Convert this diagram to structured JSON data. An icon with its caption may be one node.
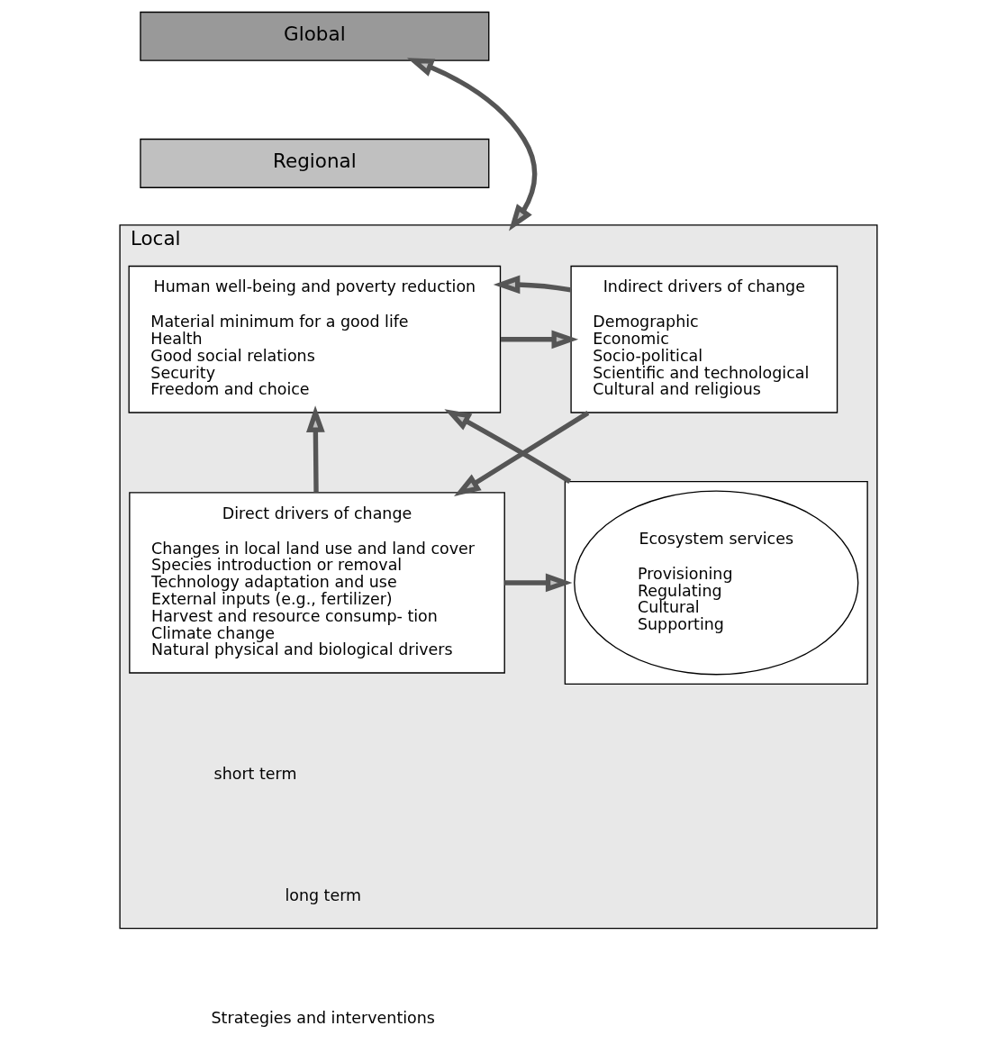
{
  "diagram": {
    "nodes": [
      {
        "text": [
          "Global"
        ]
      },
      {
        "text": [
          "Regional"
        ]
      },
      {
        "text": [
          "Local"
        ]
      },
      {
        "text": [
          "Human well-being and poverty reduction",
          "Material minimum for a good life",
          "Health",
          "Good social relations",
          "Security",
          "Freedom and choice"
        ],
        "in": 2
      },
      {
        "text": [
          "Indirect drivers of change",
          "Demographic",
          "Economic",
          "Socio-political",
          "Scientific and technological",
          "Cultural and religious"
        ],
        "in": 2
      },
      {
        "text": [],
        "shape": "box",
        "in": 2
      },
      {
        "text": [
          "Ecosystem services",
          "Provisioning",
          "Regulating",
          "Cultural",
          "Supporting"
        ],
        "in": 5
      },
      {
        "text": [
          "Direct drivers of change",
          "Changes in local land use and land cover",
          "Species introduction or removal",
          "Technology adaptation and use",
          "External inputs (e.g., fertilizer)",
          "Harvest and resource consump- tion",
          "Climate change",
          "Natural physical and biological drivers"
        ],
        "in": 2
      }
    ],
    "edges": [
      {
        "from": 0,
        "to": 2,
        "arrow": "both"
      },
      {
        "from": 3,
        "to": 4,
        "arrow": "to"
      },
      {
        "from": 4,
        "to": 3,
        "arrow": "to"
      },
      {
        "from": 4,
        "to": 7,
        "arrow": "to"
      },
      {
        "from": 7,
        "to": 3,
        "arrow": "to"
      },
      {
        "from": 5,
        "to": 3,
        "arrow": "to"
      },
      {
        "from": 7,
        "to": 5,
        "arrow": "to"
      }
    ],
    "labels": [
      "short term",
      "long term"
    ],
    "legend": [
      {
        "text": "Strategies and interventions"
      }
    ]
  }
}
